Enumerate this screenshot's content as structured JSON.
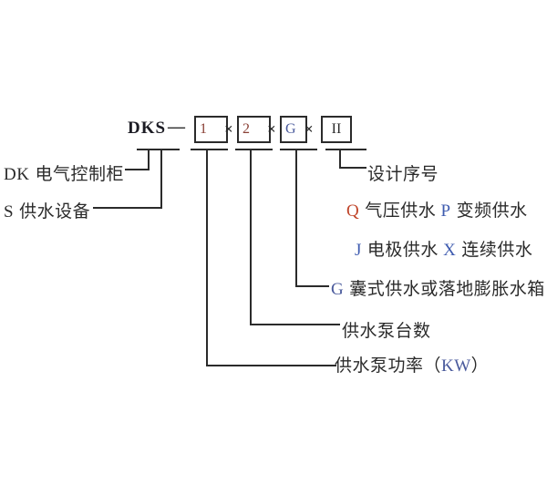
{
  "diagram": {
    "title_hint": "DKS water-supply equipment model designation diagram",
    "model_code": {
      "prefix": "DKS",
      "dash": "—",
      "multiply": "×",
      "boxes": [
        "1",
        "2",
        "G",
        "II"
      ]
    },
    "labels": {
      "dk": {
        "code": "DK",
        "text": "电气控制柜"
      },
      "s": {
        "code": "S",
        "text": "供水设备"
      },
      "design": {
        "text": "设计序号"
      },
      "qp": {
        "code1": "Q",
        "text1": "气压供水",
        "code2": "P",
        "text2": "变频供水"
      },
      "jx": {
        "code1": "J",
        "text1": "电极供水",
        "code2": "X",
        "text2": "连续供水"
      },
      "g": {
        "code": "G",
        "text": "囊式供水或落地膨胀水箱"
      },
      "pump_count": {
        "text": "供水泵台数"
      },
      "pump_power": {
        "text": "供水泵功率（",
        "code": "KW",
        "suffix": "）"
      }
    },
    "colors": {
      "line": "#2b2b2b",
      "text": "#2b2b2b",
      "red_letter": "#c0452a",
      "blue_letter": "#3f5cb0"
    }
  }
}
